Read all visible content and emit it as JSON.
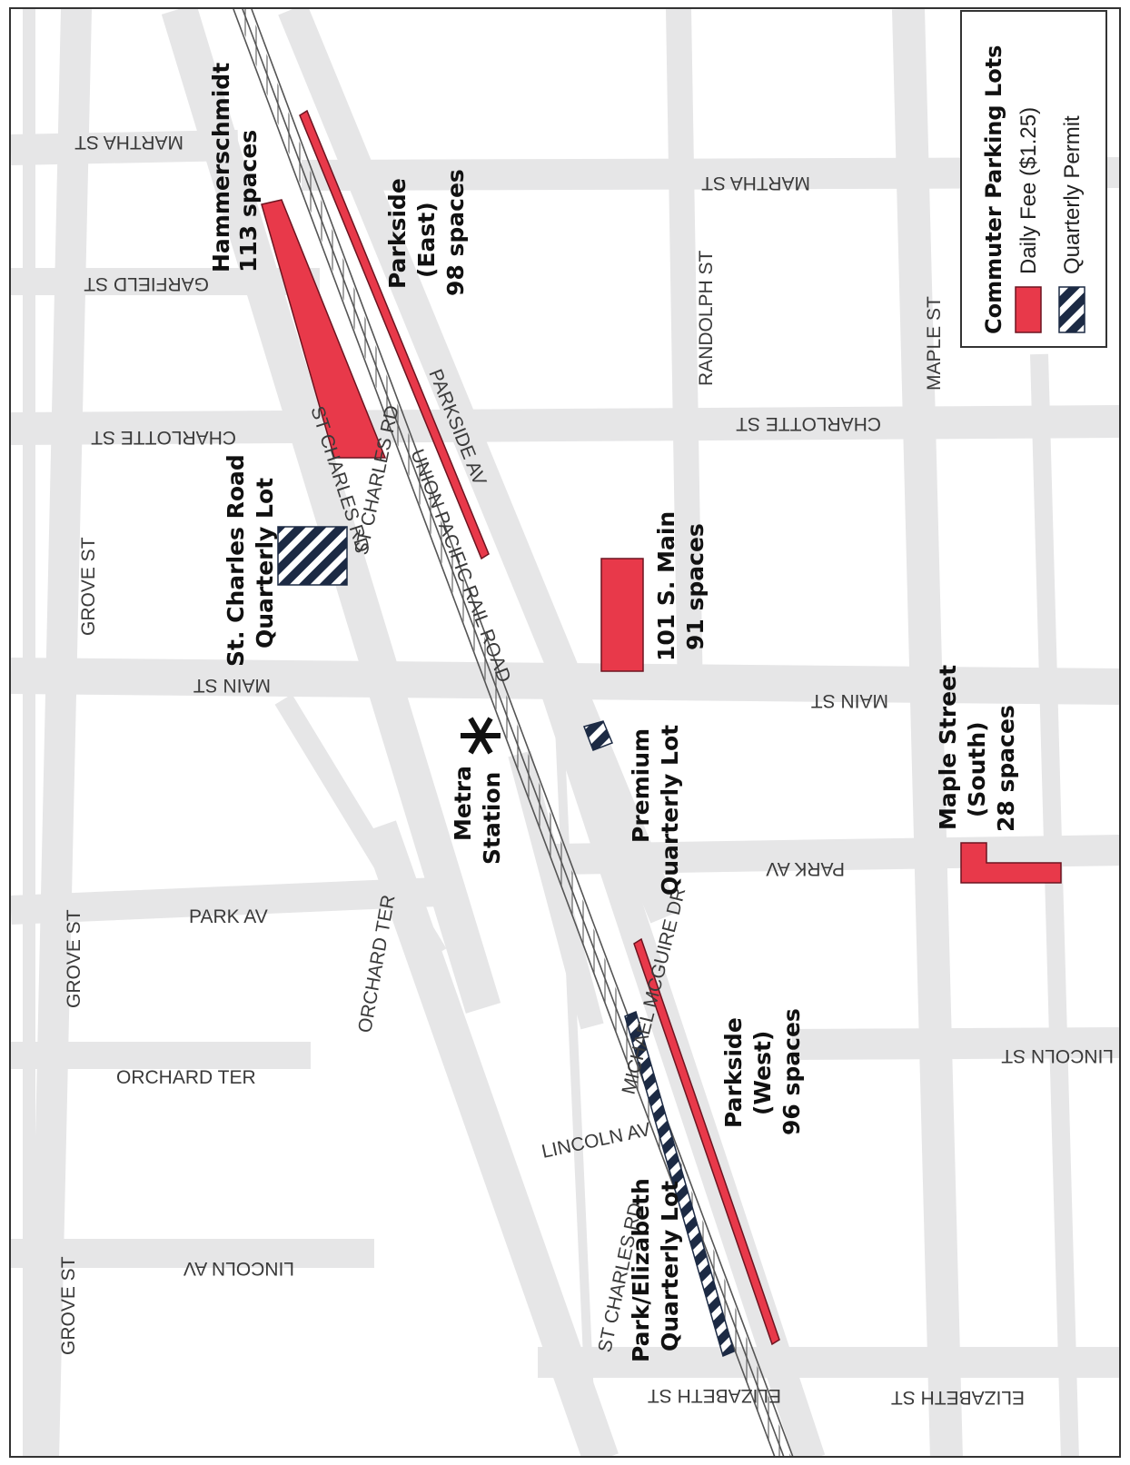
{
  "legend": {
    "title": "Commuter Parking Lots",
    "daily_fee": "Daily Fee ($1.25)",
    "quarterly_permit": "Quarterly Permit",
    "colors": {
      "daily": "#e8394a",
      "permit": "#1c2a44"
    }
  },
  "streets": {
    "martha_top": "MARTHA ST",
    "martha_mid": "MARTHA ST",
    "garfield": "GARFIELD ST",
    "randolph": "RANDOLPH ST",
    "maple": "MAPLE ST",
    "charlotte_top": "CHARLOTTE ST",
    "charlotte_mid": "CHARLOTTE ST",
    "grove_1": "GROVE ST",
    "grove_2": "GROVE ST",
    "grove_3": "GROVE ST",
    "main_top": "MAIN ST",
    "main_mid": "MAIN ST",
    "park_left": "PARK AV",
    "park_right": "PARK AV",
    "orchard_diag": "ORCHARD TER",
    "orchard_h": "ORCHARD TER",
    "lincoln_av_h": "LINCOLN AV",
    "lincoln_av_v": "LINCOLN AV",
    "lincoln_st": "LINCOLN ST",
    "elizabeth_left": "ELIZABETH ST",
    "elizabeth_right": "ELIZABETH ST",
    "st_charles_top": "ST CHARLES RD",
    "st_charles_mid": "ST CHARLES RD",
    "st_charles_bottom": "ST CHARLES RD",
    "parkside_av": "PARKSIDE AV",
    "railroad": "UNION PACIFIC RAIL ROAD",
    "mcguire": "MICHAEL MCGUIRE DR"
  },
  "lots": {
    "hammerschmidt": {
      "name": "Hammerschmidt",
      "spaces": "113 spaces"
    },
    "parkside_east": {
      "name": "Parkside",
      "sub": "(East)",
      "spaces": "98 spaces"
    },
    "st_charles": {
      "name": "St. Charles Road",
      "sub": "Quarterly Lot"
    },
    "main_101": {
      "name": "101 S. Main",
      "spaces": "91 spaces"
    },
    "metra": {
      "name": "Metra",
      "sub": "Station"
    },
    "premium": {
      "name": "Premium",
      "sub": "Quarterly Lot"
    },
    "maple_south": {
      "name": "Maple Street",
      "sub": "(South)",
      "spaces": "28 spaces"
    },
    "parkside_west": {
      "name": "Parkside",
      "sub": "(West)",
      "spaces": "96 spaces"
    },
    "park_elizabeth": {
      "name": "Park/Elizabeth",
      "sub": "Quarterly Lot"
    }
  }
}
